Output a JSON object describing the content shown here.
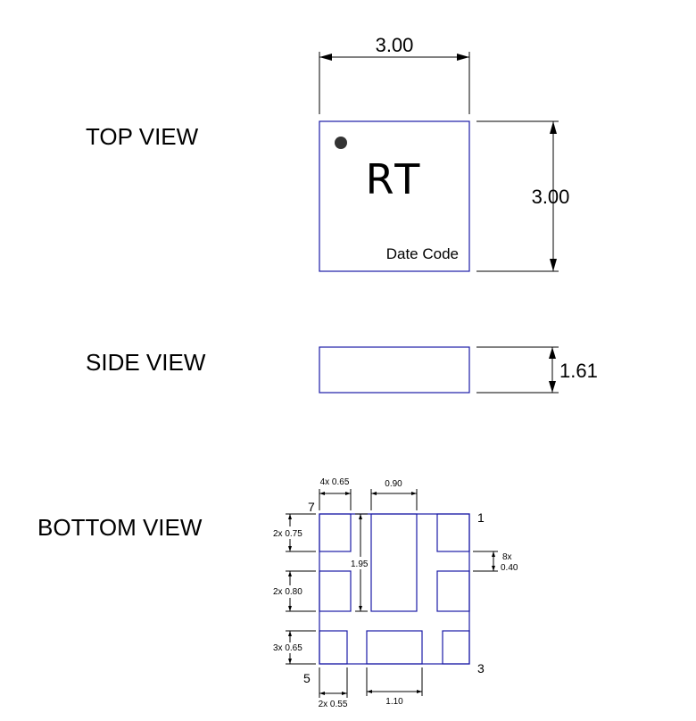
{
  "colors": {
    "outline": "#1a1aa6",
    "dimension": "#000000",
    "text": "#000000"
  },
  "top_view": {
    "label": "TOP VIEW",
    "marking": "RT",
    "date_code": "Date Code",
    "width": "3.00",
    "height": "3.00",
    "pin1_dot": "pin1-indicator"
  },
  "side_view": {
    "label": "SIDE VIEW",
    "thickness": "1.61"
  },
  "bottom_view": {
    "label": "BOTTOM VIEW",
    "pins": {
      "p1": "1",
      "p3": "3",
      "p5": "5",
      "p7": "7"
    },
    "dims": {
      "pad_width_small": "4x 0.65",
      "center_pad_width": "0.90",
      "pad_height_top": "2x 0.75",
      "center_pad_height": "1.95",
      "pad_height_mid": "2x 0.80",
      "pad_height_bottom": "3x 0.65",
      "gap_label": "8x",
      "gap_value": "0.40",
      "bottom_small_pad_width": "2x 0.55",
      "bottom_center_pad_width": "1.10"
    }
  }
}
